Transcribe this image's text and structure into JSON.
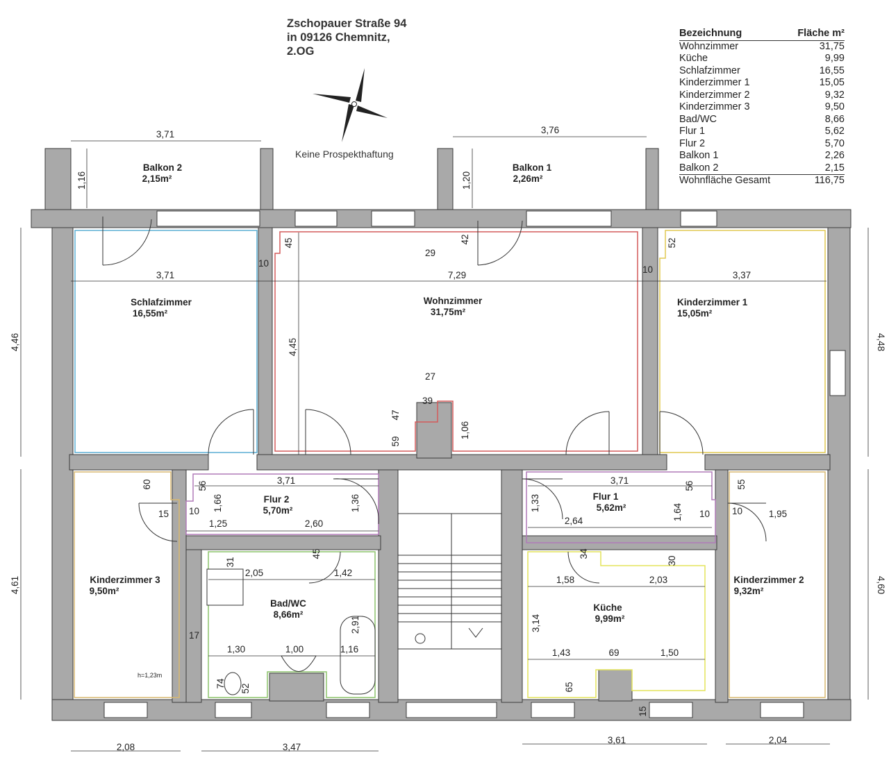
{
  "header": {
    "line1": "Zschopauer Straße 94",
    "line2": "in 09126 Chemnitz,",
    "line3": "2.OG"
  },
  "note": "Keine Prospekthaftung",
  "area_table": {
    "col_name": "Bezeichnung",
    "col_area": "Fläche m²",
    "rows": [
      {
        "name": "Wohnzimmer",
        "area": "31,75"
      },
      {
        "name": "Küche",
        "area": "9,99"
      },
      {
        "name": "Schlafzimmer",
        "area": "16,55"
      },
      {
        "name": "Kinderzimmer 1",
        "area": "15,05"
      },
      {
        "name": "Kinderzimmer 2",
        "area": "9,32"
      },
      {
        "name": "Kinderzimmer 3",
        "area": "9,50"
      },
      {
        "name": "Bad/WC",
        "area": "8,66"
      },
      {
        "name": "Flur 1",
        "area": "5,62"
      },
      {
        "name": "Flur 2",
        "area": "5,70"
      },
      {
        "name": "Balkon 1",
        "area": "2,26"
      },
      {
        "name": "Balkon 2",
        "area": "2,15"
      }
    ],
    "total": {
      "name": "Wohnfläche Gesamt",
      "area": "116,75"
    }
  },
  "rooms": {
    "balkon2": {
      "name": "Balkon 2",
      "area": "2,15m²"
    },
    "balkon1": {
      "name": "Balkon 1",
      "area": "2,26m²"
    },
    "schlafzimmer": {
      "name": "Schlafzimmer",
      "area": "16,55m²"
    },
    "wohnzimmer": {
      "name": "Wohnzimmer",
      "area": "31,75m²"
    },
    "kinderzimmer1": {
      "name": "Kinderzimmer 1",
      "area": "15,05m²"
    },
    "flur2": {
      "name": "Flur 2",
      "area": "5,70m²"
    },
    "flur1": {
      "name": "Flur 1",
      "area": "5,62m²"
    },
    "kinderzimmer3": {
      "name": "Kinderzimmer 3",
      "area": "9,50m²"
    },
    "bad": {
      "name": "Bad/WC",
      "area": "8,66m²"
    },
    "kueche": {
      "name": "Küche",
      "area": "9,99m²"
    },
    "kinderzimmer2": {
      "name": "Kinderzimmer 2",
      "area": "9,32m²"
    }
  },
  "dims": {
    "balkon2_w": "3,71",
    "balkon2_d": "1,16",
    "balkon1_w": "3,76",
    "balkon1_d": "1,20",
    "schlaf_w": "3,71",
    "wohn_w": "7,29",
    "kind1_w": "3,37",
    "wohn_h": "4,45",
    "left_h_top": "4,46",
    "right_h_top": "4,48",
    "left_h_bot": "4,61",
    "right_h_bot": "4,60",
    "w10a": "10",
    "w10b": "10",
    "d45": "45",
    "d29": "29",
    "d42": "42",
    "d52": "52",
    "d27": "27",
    "d39": "39",
    "d47": "47",
    "d59": "59",
    "d106": "1,06",
    "flur2_w": "3,71",
    "flur1_w": "3,71",
    "d56a": "56",
    "d56b": "56",
    "d166": "1,66",
    "d136": "1,36",
    "d133": "1,33",
    "d164": "1,64",
    "d125": "1,25",
    "d260": "2,60",
    "d264": "2,64",
    "d60": "60",
    "d55": "55",
    "d15": "15",
    "d10c": "10",
    "d10d": "10",
    "d10e": "10",
    "d195": "1,95",
    "d31": "31",
    "d45b": "45",
    "d205": "2,05",
    "d142": "1,42",
    "d34": "34",
    "d30": "30",
    "d158": "1,58",
    "d203": "2,03",
    "d291": "2,91",
    "d17": "17",
    "d130": "1,30",
    "d100": "1,00",
    "d116": "1,16",
    "d314": "3,14",
    "d143": "1,43",
    "d69": "69",
    "d150": "1,50",
    "d74": "74",
    "d52b": "52",
    "d65": "65",
    "d15b": "15",
    "h123": "h=1,23m",
    "bot_208": "2,08",
    "bot_347": "3,47",
    "bot_361": "3,61",
    "bot_204": "2,04"
  },
  "colors": {
    "wall": "#a9a9a9",
    "wall_stroke": "#3a3a3a",
    "schlaf_outline": "#5aaed4",
    "wohn_outline": "#d45a5a",
    "kind1_outline": "#e0c850",
    "flur_outline": "#b07ab8",
    "bad_outline": "#8cc46a",
    "kueche_outline": "#e4e45a",
    "kind3_outline": "#d8b870",
    "kind2_outline": "#d8b870"
  }
}
